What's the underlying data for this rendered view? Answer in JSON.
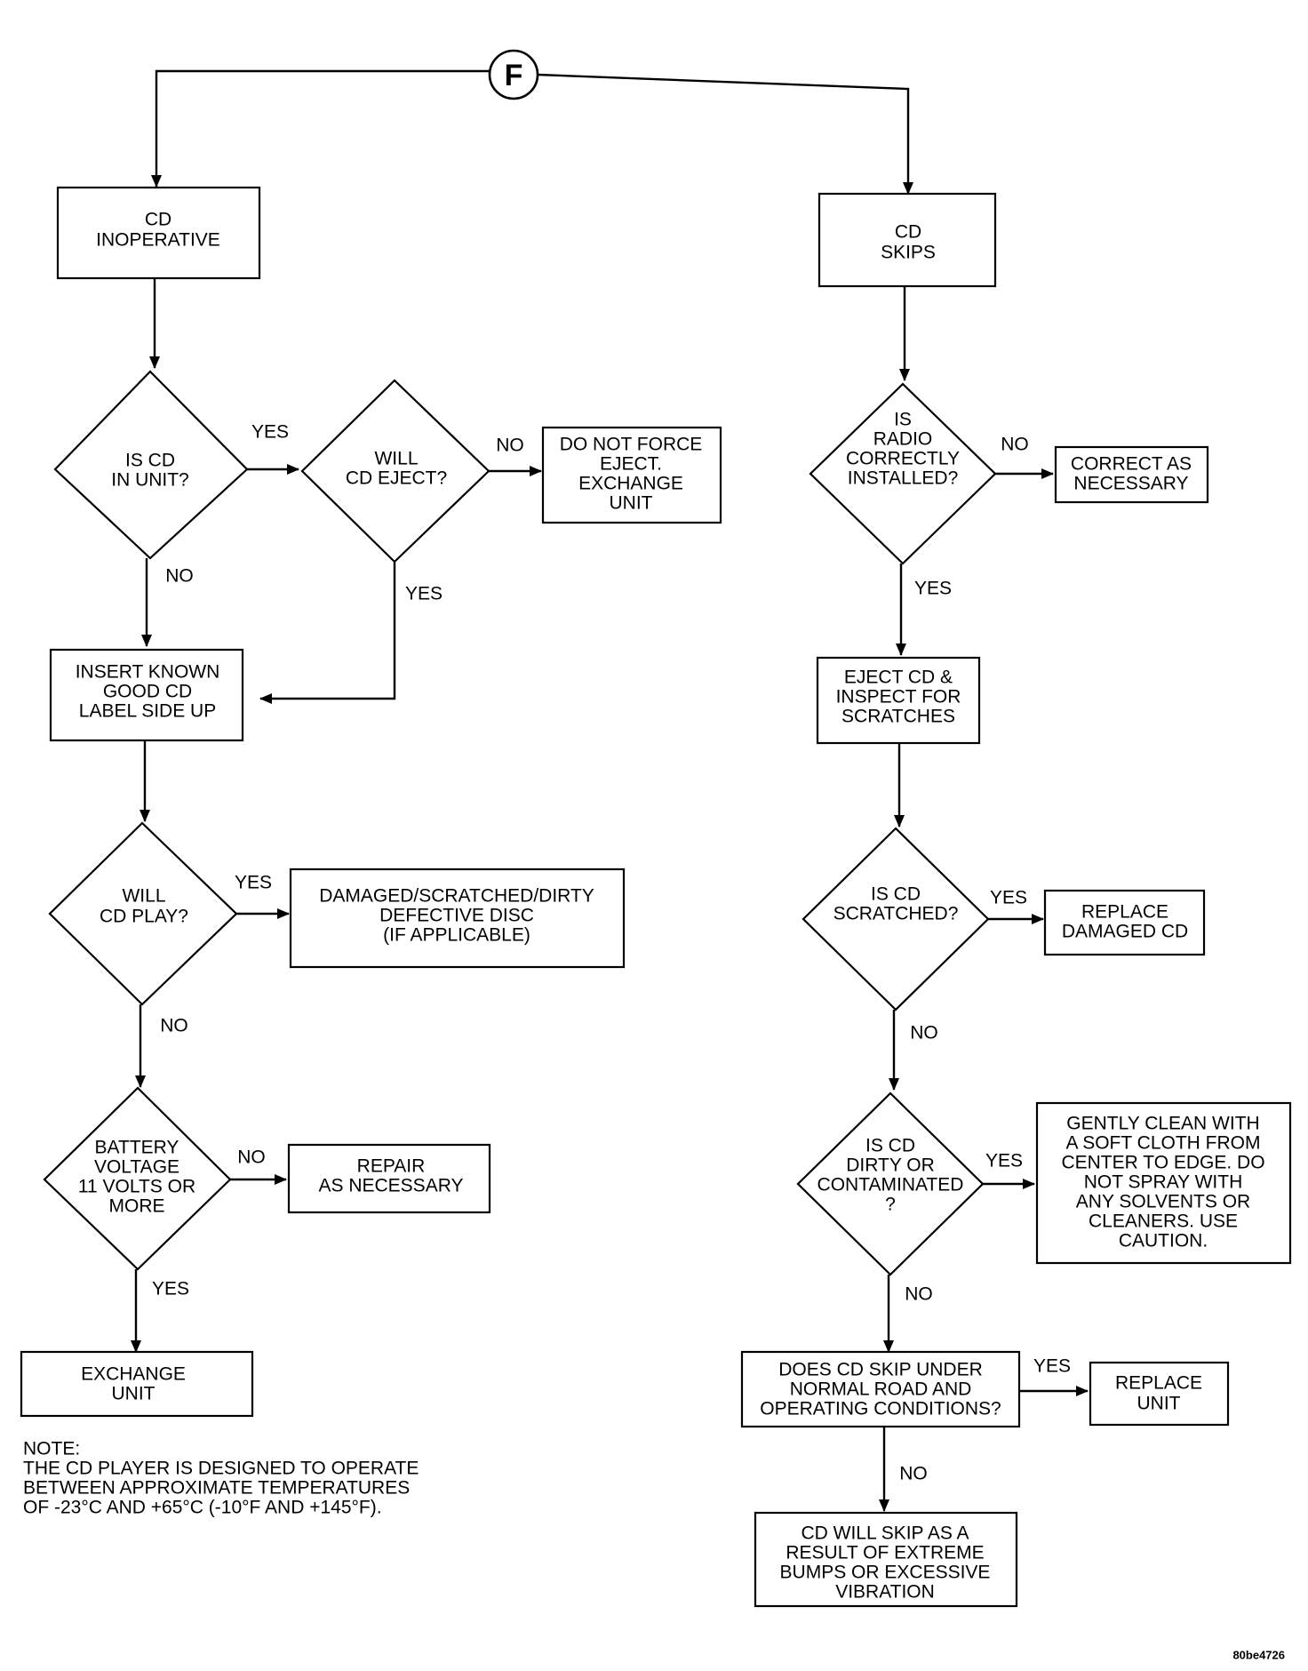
{
  "connector": "F",
  "labels": {
    "yes": "YES",
    "no": "NO"
  },
  "left": {
    "cd_inoperative": [
      "CD",
      "INOPERATIVE"
    ],
    "is_cd_in_unit": [
      "IS CD",
      "IN UNIT?"
    ],
    "will_cd_eject": [
      "WILL",
      "CD EJECT?"
    ],
    "do_not_force": [
      "DO NOT FORCE",
      "EJECT.",
      "EXCHANGE",
      "UNIT"
    ],
    "insert_known_good": [
      "INSERT KNOWN",
      "GOOD CD",
      "LABEL SIDE UP"
    ],
    "will_cd_play": [
      "WILL",
      "CD PLAY?"
    ],
    "damaged_disc": [
      "DAMAGED/SCRATCHED/DIRTY",
      "DEFECTIVE DISC",
      "(IF APPLICABLE)"
    ],
    "battery_voltage": [
      "BATTERY",
      "VOLTAGE",
      "11 VOLTS OR",
      "MORE"
    ],
    "repair": [
      "REPAIR",
      "AS NECESSARY"
    ],
    "exchange_unit": [
      "EXCHANGE",
      "UNIT"
    ]
  },
  "right": {
    "cd_skips": [
      "CD",
      "SKIPS"
    ],
    "radio_installed": [
      "IS",
      "RADIO",
      "CORRECTLY",
      "INSTALLED?"
    ],
    "correct_as_necessary": [
      "CORRECT AS",
      "NECESSARY"
    ],
    "eject_inspect": [
      "EJECT CD &",
      "INSPECT FOR",
      "SCRATCHES"
    ],
    "is_cd_scratched": [
      "IS CD",
      "SCRATCHED?"
    ],
    "replace_damaged": [
      "REPLACE",
      "DAMAGED CD"
    ],
    "is_cd_dirty": [
      "IS CD",
      "DIRTY OR",
      "CONTAMINATED",
      "?"
    ],
    "gently_clean": [
      "GENTLY CLEAN WITH",
      "A SOFT CLOTH FROM",
      "CENTER TO EDGE. DO",
      "NOT SPRAY WITH",
      "ANY SOLVENTS OR",
      "CLEANERS. USE",
      "CAUTION."
    ],
    "does_cd_skip": [
      "DOES CD SKIP UNDER",
      "NORMAL ROAD AND",
      "OPERATING CONDITIONS?"
    ],
    "replace_unit": [
      "REPLACE",
      "UNIT"
    ],
    "cd_will_skip": [
      "CD WILL SKIP AS A",
      "RESULT OF EXTREME",
      "BUMPS OR EXCESSIVE",
      "VIBRATION"
    ]
  },
  "note": [
    "NOTE:",
    "THE CD PLAYER IS DESIGNED TO OPERATE",
    "BETWEEN APPROXIMATE TEMPERATURES",
    "OF -23°C AND +65°C (-10°F AND +145°F)."
  ],
  "figure_code": "80be4726"
}
